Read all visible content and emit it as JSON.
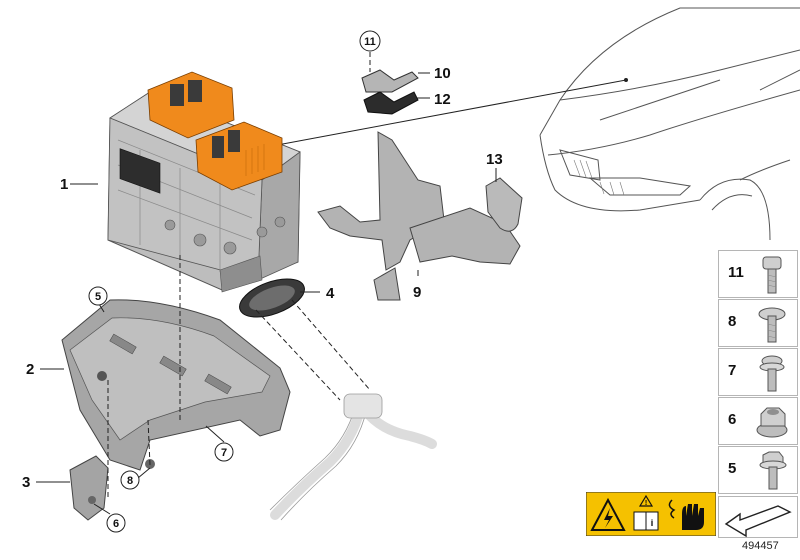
{
  "labels": {
    "p1": "1",
    "p2": "2",
    "p3": "3",
    "p4": "4",
    "p5": "5",
    "p6": "6",
    "p7": "7",
    "p8": "8",
    "p9": "9",
    "p10": "10",
    "p11": "11",
    "p12": "12",
    "p13": "13"
  },
  "side_panel": [
    {
      "num": "11",
      "icon": "torx-bolt-icon"
    },
    {
      "num": "8",
      "icon": "flange-screw-icon"
    },
    {
      "num": "7",
      "icon": "torx-flange-bolt-icon"
    },
    {
      "num": "6",
      "icon": "hex-nut-icon"
    },
    {
      "num": "5",
      "icon": "hex-flange-bolt-icon"
    }
  ],
  "warning_icons": [
    "high-voltage-warning-icon",
    "read-manual-icon",
    "gloves-icon"
  ],
  "colors": {
    "connector": "#f08a1c",
    "housing": "#c4c4c4",
    "bracket": "#a9a9a9",
    "line": "#333333"
  },
  "reference_number": "494457"
}
